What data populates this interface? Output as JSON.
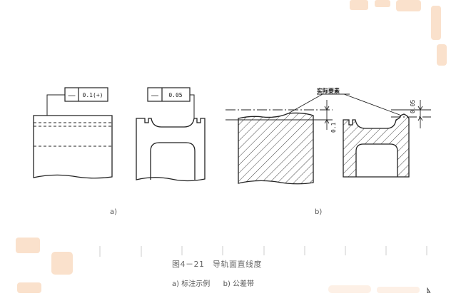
{
  "figure": {
    "title": "图4－21　导轨面直线度",
    "subtitle_a": "a) 标注示例",
    "subtitle_b": "b) 公差带",
    "label_a": "a)",
    "label_b": "b)"
  },
  "callouts": {
    "frame1_symbol": "—",
    "frame1_value": "0.1(+)",
    "frame2_symbol": "—",
    "frame2_value": "0.05",
    "actual_elements": "实际要素",
    "dim_left": "0.1",
    "dim_right": "0.05"
  },
  "colors": {
    "line": "#222222",
    "hatch": "#444444",
    "caption": "#555555",
    "watermark": "#f6c9a3"
  }
}
